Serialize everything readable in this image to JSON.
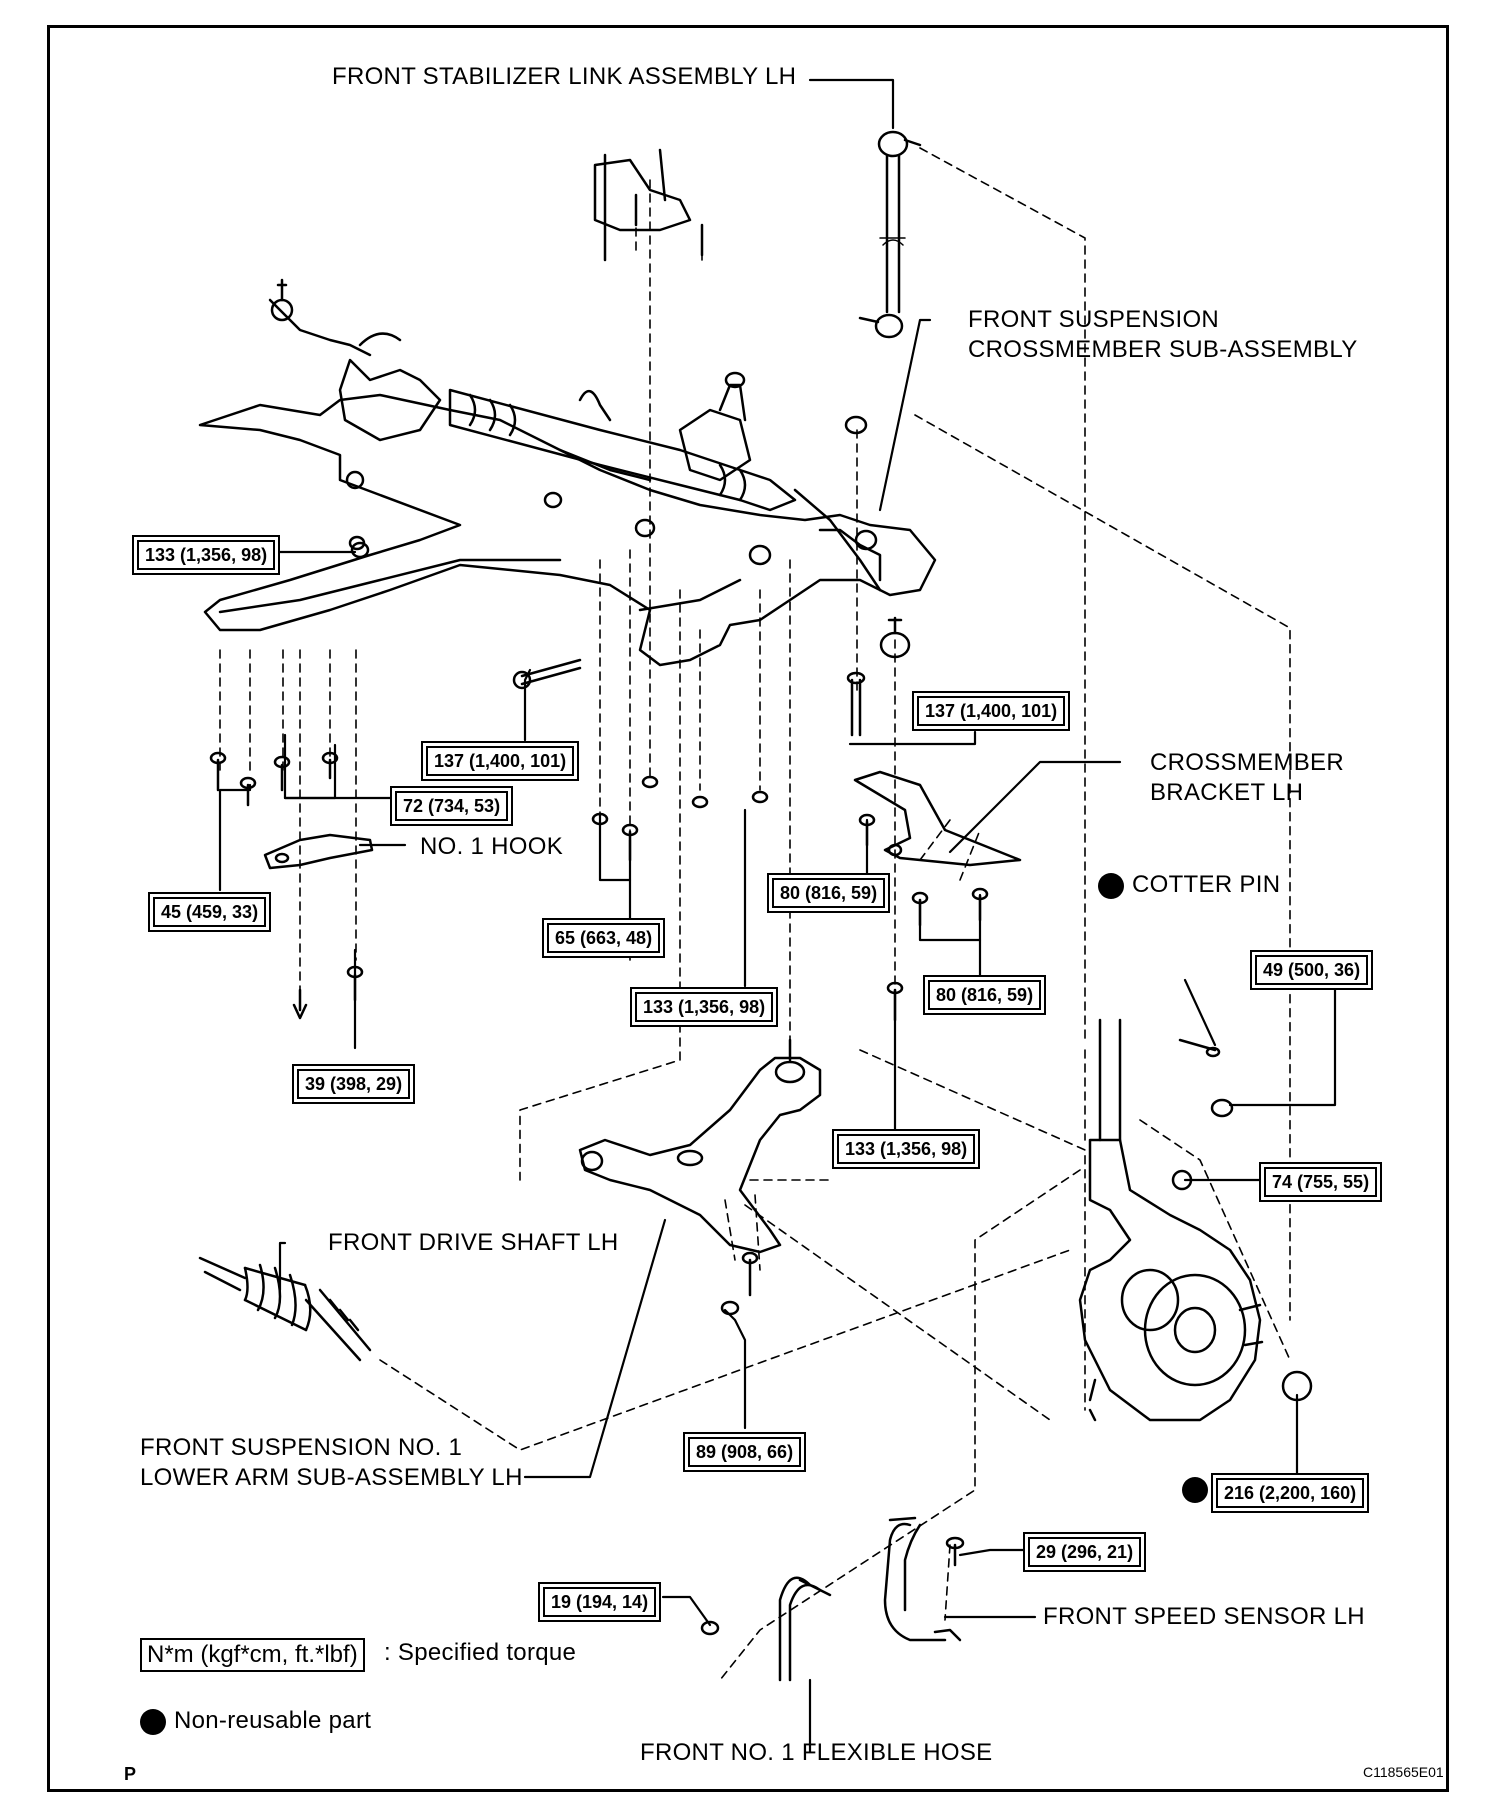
{
  "labels": {
    "stabilizer_link": "FRONT STABILIZER LINK ASSEMBLY LH",
    "crossmember_line1": "FRONT SUSPENSION",
    "crossmember_line2": "CROSSMEMBER SUB-ASSEMBLY",
    "bracket_line1": "CROSSMEMBER",
    "bracket_line2": "BRACKET LH",
    "no1_hook": "NO. 1 HOOK",
    "cotter_pin": "COTTER PIN",
    "drive_shaft": "FRONT DRIVE SHAFT LH",
    "lower_arm_line1": "FRONT SUSPENSION NO. 1",
    "lower_arm_line2": "LOWER ARM SUB-ASSEMBLY LH",
    "speed_sensor": "FRONT SPEED SENSOR LH",
    "flexible_hose": "FRONT NO. 1 FLEXIBLE HOSE"
  },
  "torques": {
    "t_133_a": "133 (1,356, 98)",
    "t_137_a": "137 (1,400, 101)",
    "t_137_b": "137 (1,400, 101)",
    "t_72": "72 (734, 53)",
    "t_45": "45 (459, 33)",
    "t_65": "65 (663, 48)",
    "t_80_a": "80 (816, 59)",
    "t_80_b": "80 (816, 59)",
    "t_133_b": "133 (1,356, 98)",
    "t_39": "39 (398, 29)",
    "t_49": "49 (500, 36)",
    "t_133_c": "133 (1,356, 98)",
    "t_74": "74 (755, 55)",
    "t_89": "89 (908, 66)",
    "t_216": "216 (2,200, 160)",
    "t_29": "29 (296, 21)",
    "t_19": "19 (194, 14)"
  },
  "legend": {
    "torque_box": "N*m (kgf*cm, ft.*lbf)",
    "torque_desc": ": Specified torque",
    "nonreusable": "Non-reusable part"
  },
  "footer": {
    "p_mark": "P",
    "figure_code": "C118565E01"
  }
}
